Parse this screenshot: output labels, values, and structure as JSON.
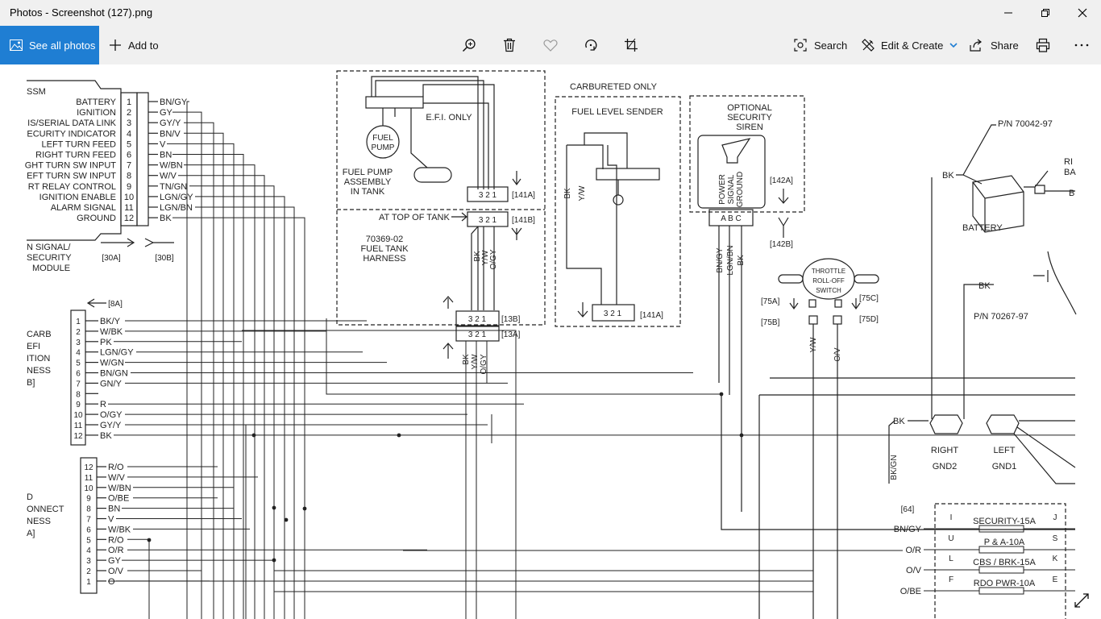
{
  "window": {
    "title": "Photos - Screenshot (127).png"
  },
  "toolbar": {
    "see_all": "See all photos",
    "add_to": "Add to",
    "search": "Search",
    "edit_create": "Edit & Create",
    "share": "Share"
  },
  "diagram": {
    "ssm_head": "SSM",
    "ssm_labels": [
      "BATTERY",
      "IGNITION",
      "IS/SERIAL DATA LINK",
      "ECURITY INDICATOR",
      "LEFT TURN FEED",
      "RIGHT TURN FEED",
      "GHT TURN SW INPUT",
      "EFT TURN SW INPUT",
      "RT RELAY CONTROL",
      "IGNITION ENABLE",
      "ALARM SIGNAL",
      "GROUND"
    ],
    "ssm_pins": [
      "1",
      "2",
      "3",
      "4",
      "5",
      "6",
      "7",
      "8",
      "9",
      "10",
      "11",
      "12"
    ],
    "ssm_wires": [
      "BN/GY",
      "GY",
      "GY/Y",
      "BN/V",
      "V",
      "BN",
      "W/BN",
      "W/V",
      "TN/GN",
      "LGN/GY",
      "LGN/BN",
      "BK"
    ],
    "ssm_caption": [
      "N SIGNAL/",
      "SECURITY",
      "MODULE"
    ],
    "conn_30a": "[30A]",
    "conn_30b": "[30B]",
    "conn_8a": "[8A]",
    "carb_wires": [
      "BK/Y",
      "W/BK",
      "PK",
      "LGN/GY",
      "W/GN",
      "BN/GN",
      "GN/Y",
      "",
      "R",
      "O/GY",
      "GY/Y",
      "BK"
    ],
    "carb_caption": [
      "CARB",
      "EFI",
      "ITION",
      "NESS",
      "B]"
    ],
    "lower_pins": [
      "12",
      "11",
      "10",
      "9",
      "8",
      "7",
      "6",
      "5",
      "4",
      "3",
      "2",
      "1"
    ],
    "lower_wires": [
      "R/O",
      "W/V",
      "W/BN",
      "O/BE",
      "BN",
      "V",
      "W/BK",
      "R/O",
      "O/R",
      "GY",
      "O/V",
      "O"
    ],
    "lower_caption": [
      "D",
      "ONNECT",
      "NESS",
      "A]"
    ],
    "efi_only": "E.F.I. ONLY",
    "fuel_pump": [
      "FUEL",
      "PUMP"
    ],
    "fuel_pump_asm": [
      "FUEL PUMP",
      "ASSEMBLY",
      "IN TANK"
    ],
    "at_top_of_tank": "AT TOP OF TANK",
    "harness": [
      "70369-02",
      "FUEL TANK",
      "HARNESS"
    ],
    "conn_321": "3  2  1",
    "c141a": "[141A]",
    "c141b": "[141B]",
    "c13b": "[13B]",
    "c13a": "[13A]",
    "tank_wires": [
      "BK",
      "Y/W",
      "O/GY"
    ],
    "carbureted_only": "CARBURETED ONLY",
    "fuel_level_sender": "FUEL LEVEL SENDER",
    "sender_wires": [
      "BK",
      "Y/W"
    ],
    "optional_siren": [
      "OPTIONAL",
      "SECURITY",
      "SIREN"
    ],
    "siren_labels": [
      "POWER",
      "SIGNAL",
      "GROUND"
    ],
    "siren_abc": "A  B  C",
    "c142a": "[142A]",
    "c142b": "[142B]",
    "siren_wires": [
      "BN/GY",
      "LGN/BN",
      "BK"
    ],
    "throttle": [
      "THROTTLE",
      "ROLL-OFF",
      "SWITCH"
    ],
    "c75a": "[75A]",
    "c75b": "[75B]",
    "c75c": "[75C]",
    "c75d": "[75D]",
    "throttle_wires": [
      "Y/W",
      "O/V"
    ],
    "pn_battery": "P/N 70042-97",
    "battery": "BATTERY",
    "pn_2": "P/N 70267-97",
    "bk": "BK",
    "bk_gn": "BK/GN",
    "right_gnd": [
      "RIGHT",
      "GND2"
    ],
    "left_gnd": [
      "LEFT",
      "GND1"
    ],
    "c64": "[64]",
    "fuse_wires": [
      "BN/GY",
      "O/R",
      "O/V",
      "O/BE"
    ],
    "fuse_left": [
      "I",
      "U",
      "L",
      "F"
    ],
    "fuse_labels": [
      "SECURITY-15A",
      "P & A-10A",
      "CBS / BRK-15A",
      "RDO PWR-10A"
    ],
    "fuse_right": [
      "J",
      "S",
      "K",
      "E"
    ],
    "edge_ri": "RI",
    "edge_ba": "BA",
    "edge_b": "B"
  }
}
